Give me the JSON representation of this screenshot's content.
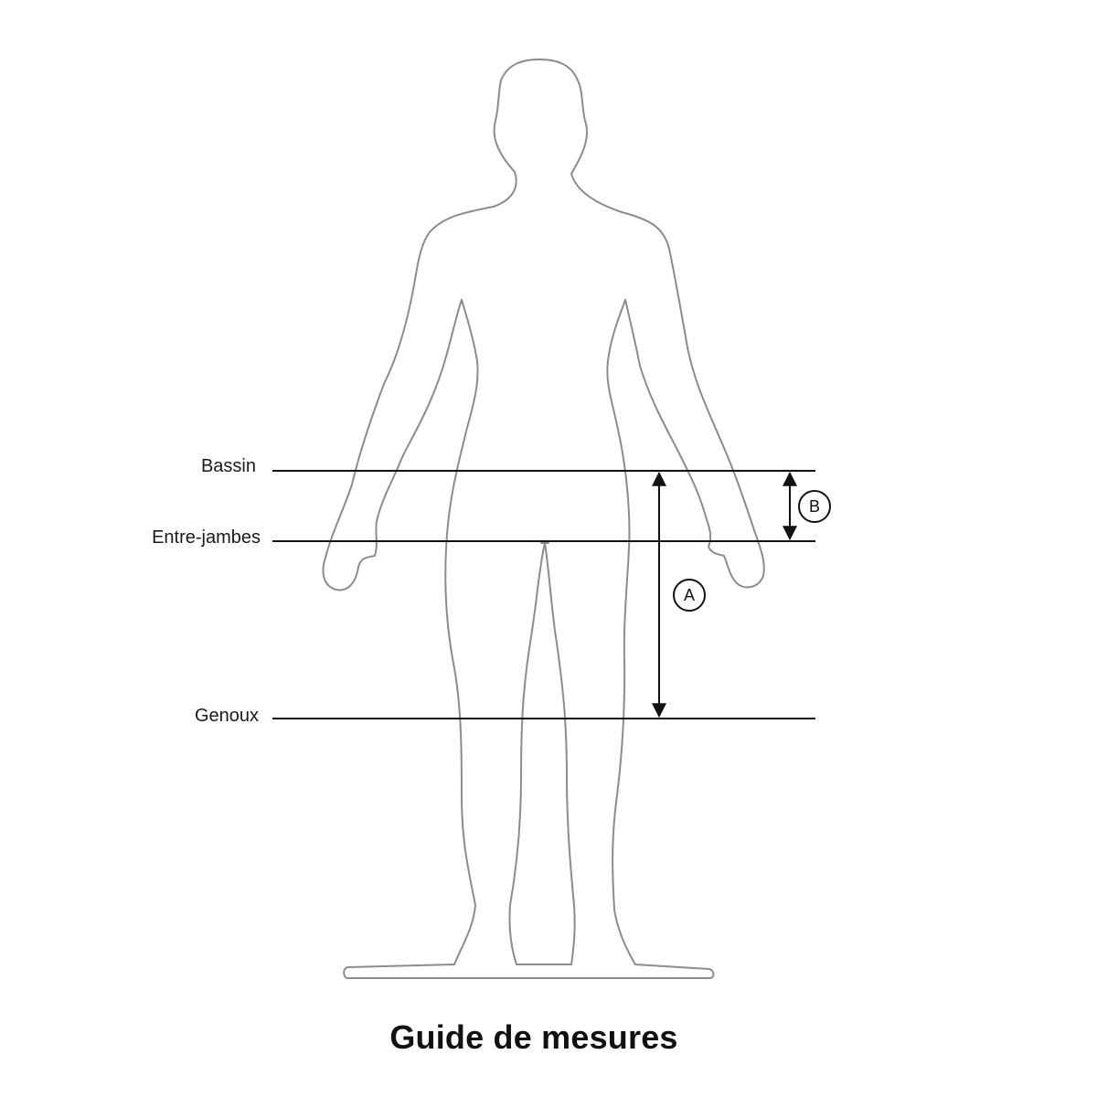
{
  "title": "Guide de mesures",
  "lines": {
    "bassin": "Bassin",
    "entre_jambes": "Entre-jambes",
    "genoux": "Genoux"
  },
  "markers": {
    "a": "A",
    "b": "B"
  },
  "colors": {
    "silhouette": "#8c8c8c",
    "lines": "#111111",
    "background": "#ffffff"
  }
}
